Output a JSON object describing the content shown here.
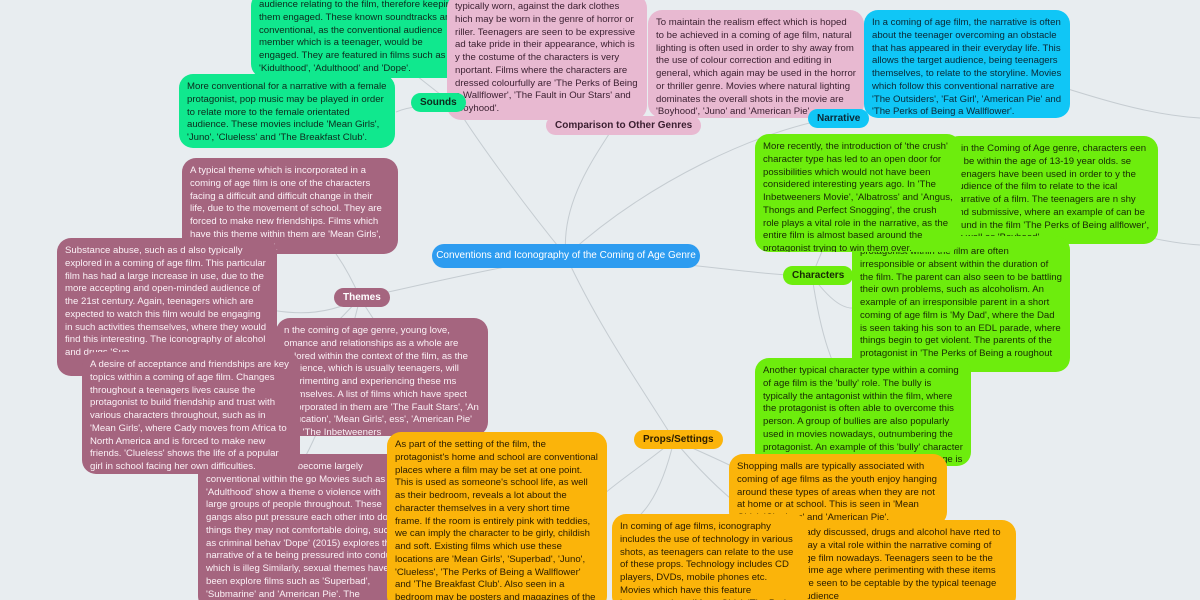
{
  "center": {
    "title": "Conventions and Iconography of the Coming of Age Genre"
  },
  "branches": {
    "sounds": "Sounds",
    "comparison": "Comparison to Other Genres",
    "narrative": "Narrative",
    "characters": "Characters",
    "themes": "Themes",
    "props": "Props/Settings"
  },
  "notes": {
    "sounds_top": "audience relating to the film, therefore keeping them engaged. These known soundtracks are conventional, as the conventional audience member which is a teenager, would be engaged. They are featured in films such as 'Kidulthood', 'Adulthood' and 'Dope'.",
    "sounds_pop": "More conventional for a narrative with a female protagonist, pop music may be played in order to relate more to the female orientated audience. These movies include 'Mean Girls', 'Juno', 'Clueless' and 'The Breakfast Club'.",
    "comparison_costume": "typically worn, against the dark clothes hich may be worn in the genre of horror or riller. Teenagers are seen to be expressive ad take pride in their appearance, which is y the costume of the characters is very nportant. Films where the characters are dressed colourfully are 'The Perks of Being a Wallflower', 'The Fault in Our Stars' and 'Boyhood'.",
    "comparison_lighting": "To maintain the realism effect which is hoped to be achieved in a coming of age film, natural lighting is often used in order to shy away from the use of colour correction and editing in general, which again may be used in the horror or thriller genre. Movies where natural lighting dominates the overall shots in the movie are 'Boyhood', 'Juno' and 'American Pie'.",
    "narrative": "In a coming of age film, the narrative is often about the teenager overcoming an obstacle that has appeared in their everyday life. This allows the target audience, being teenagers themselves, to relate to the storyline. Movies which follow this conventional narrative are 'The Outsiders', 'Fat Girl', 'American Pie' and 'The Perks of Being a Wallflower'.",
    "characters_age": "n in the Coming of Age genre, characters een to be within the age of 13-19 year olds. se teenagers have been used in order to y the audience of the film to relate to the ical narrative of a film. The teenagers are n shy and submissive, where an example of can be found in the film 'The Perks of Being allflower', as well as 'Boyhood'.",
    "characters_crush": "More recently, the introduction of 'the crush' character type has led to an open door for possibilities which would not have been considered interesting years ago. In 'The Inbetweeners Movie', 'Albatross' and 'Angus, Thongs and Perfect Snogging', the crush role plays a vital role in the narrative, as the entire film is almost based around the protagonist trying to win them over.",
    "characters_parent": "protagonist within the film are often irresponsible or absent within the duration of the film. The parent can also seen to be battling their own problems, such as alcoholism. An example of an irresponsible parent in a short coming of age film is 'My Dad', where the Dad is seen taking his son to an EDL parade, where things begin to get violent. The parents of the protagonist in 'The Perks of Being a roughout the entire",
    "characters_bully": "Another typical character type within a coming of age film is the 'bully' role. The bully is typically the antagonist within the film, where the protagonist is often able to overcome this person. A group of bullies are also popularly used in movies nowadays, outnumbering the protagonist. An example of this 'bully' character type is in 'Mean Girls', where Regina George is",
    "themes_school": "A typical theme which is incorporated in a coming of age film is one of the characters facing a difficult and difficult change in their life, due to the movement of school. They are forced to make new friendships. Films which have this theme within them are 'Mean Girls', as well as 'Clueless'.",
    "themes_substance": "Substance abuse, such as d also typically explored in a coming of age film. This particular film has had a large increase in use, due to the more accepting and open-minded audience of the 21st century. Again, teenagers which are expected to watch this film would be engaging in such activities themselves, where they would find this interesting. The iconography of alcohol and drugs 'Sup",
    "themes_romance": "n the coming of age genre, young love, omance and relationships as a whole are xplored within the context of the film, as the audience, which is usually teenagers, will xperimenting and experiencing these ms themselves. A list of films which have spect incorporated in them are 'The Fault Stars', 'An Education', 'Mean Girls', ess', 'American Pie' and 'The Inbetweeners",
    "themes_acceptance": "A desire of acceptance and friendships are key topics within a coming of age film. Changes throughout a teenagers lives cause the protagonist to build friendship and trust with various characters throughout, such as in 'Mean Girls', where Cady moves from Africa to North America and is forced to make new friends. 'Clueless' shows the life of a popular girl in school facing her own difficulties.",
    "themes_gang": "chool, gang culture h become largely conventional within the go Movies such as 'Adulthood' show a theme o violence with large groups of people throughout. These gangs also put pressure each other into doing things they may not comfortable doing, such as criminal behav 'Dope' (2015) explores the narrative of a te being pressured into conduct which is illeg Similarly, sexual themes have been explore films such as 'Superbad', 'Submarine' and 'American Pie'. The protagonist may be will",
    "props_home": "As part of the setting of the film, the protagonist's home and school are conventional places where a film may be set at one point. This is used as someone's school life, as well as their bedroom, reveals a lot about the character themselves in a very short time frame. If the room is entirely pink with teddies, we can imply the character to be girly, childish and soft. Existing films which use these locations are 'Mean Girls', 'Superbad', 'Juno', 'Clueless', 'The Perks of Being a Wallflower' and 'The Breakfast Club'. Also seen in a bedroom may be posters and magazines of the protagonists' interests,",
    "props_mall": "Shopping malls are typically associated with coming of age films as the youth enjoy hanging around these types of areas when they are not at home or at school. This is seen in 'Mean Girls', 'Clueless' and 'American Pie'.",
    "props_technology": "In coming of age films, iconography includes the use of technology in various shots, as teenagers can relate to the use of these props. Technology includes CD players, DVDs, mobile phones etc. Movies which have this feature incorporated are 'Mean Girls', 'The Perks of Being a Wallflower', 'The Breakfast",
    "props_drugs": "eady discussed, drugs and alcohol have rted to play a vital role within the narrative coming of age film nowadays. Teenagers seen to be the prime age where perimenting with these items are seen to be ceptable by the typical teenage audience"
  }
}
